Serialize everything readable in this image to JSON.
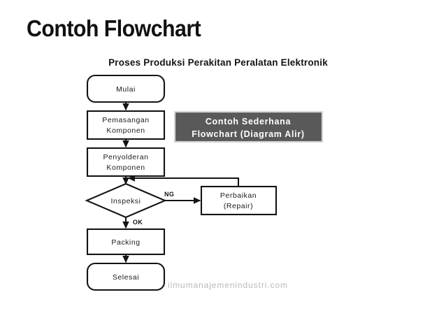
{
  "slide": {
    "title": "Contoh Flowchart",
    "background_color": "#ffffff"
  },
  "figure": {
    "title": "Proses Produksi Perakitan Peralatan Elektronik",
    "watermark": "ilmumanajemenindustri.com",
    "callout": {
      "line1": "Contoh  Sederhana",
      "line2": "Flowchart (Diagram Alir)",
      "fill_color": "#595959",
      "text_color": "#ffffff",
      "border_color": "#d5d5d5"
    },
    "nodes": [
      {
        "id": "mulai",
        "label": "Mulai",
        "shape": "terminator"
      },
      {
        "id": "pemasangan",
        "label_line1": "Pemasangan",
        "label_line2": "Komponen",
        "shape": "process"
      },
      {
        "id": "penyolderan",
        "label_line1": "Penyolderan",
        "label_line2": "Komponen",
        "shape": "process"
      },
      {
        "id": "inspeksi",
        "label": "Inspeksi",
        "shape": "decision"
      },
      {
        "id": "perbaikan",
        "label_line1": "Perbaikan",
        "label_line2": "(Repair)",
        "shape": "process"
      },
      {
        "id": "packing",
        "label": "Packing",
        "shape": "process"
      },
      {
        "id": "selesai",
        "label": "Selesai",
        "shape": "terminator"
      }
    ],
    "edge_labels": {
      "ng": "NG",
      "ok": "OK"
    },
    "stroke_color": "#141414"
  }
}
